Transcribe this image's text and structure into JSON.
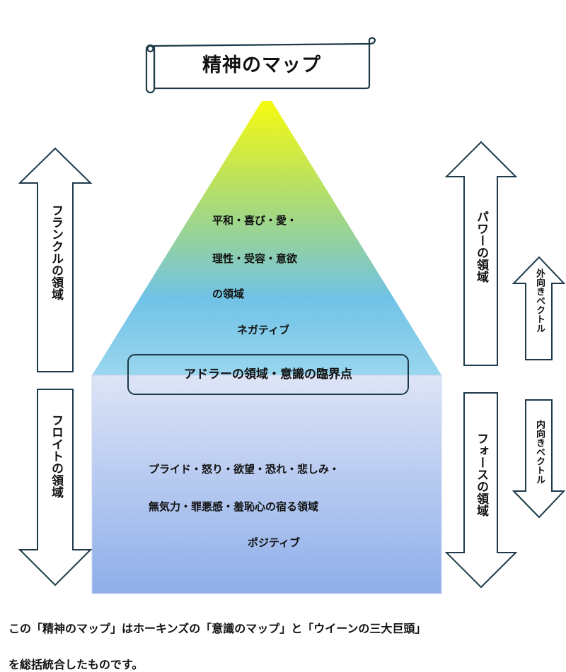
{
  "title": "精神のマップ",
  "pyramid": {
    "upper_lines": [
      "平和・喜び・愛・",
      "理性・受容・意欲",
      "の領域"
    ],
    "upper_label": "ネガティブ",
    "threshold_label": "アドラーの領域・意識の臨界点",
    "lower_lines": [
      "プライド・怒り・欲望・恐れ・悲しみ・",
      "無気力・罪悪感・羞恥心の宿る領域"
    ],
    "lower_label": "ポジティブ",
    "colors": {
      "apex": "#f6fa0f",
      "mid_green": "#a6d97c",
      "upper_base": "#8fd0ea",
      "lower_top": "#dde4f6",
      "lower_bottom": "#8eaeea",
      "outline": "#1e3a4a"
    }
  },
  "left_arrows": {
    "up": "フランクルの領域",
    "down": "フロイトの領域"
  },
  "right_arrows": {
    "up": "パワーの領域",
    "up_small": "外向きベクトル",
    "down": "フォースの領域",
    "down_small": "内向きベクトル"
  },
  "footer": {
    "line1": "この「精神のマップ」はホーキンズの「意識のマップ」と「ウイーンの三大巨頭」",
    "line2": "を総括統合したものです。"
  }
}
